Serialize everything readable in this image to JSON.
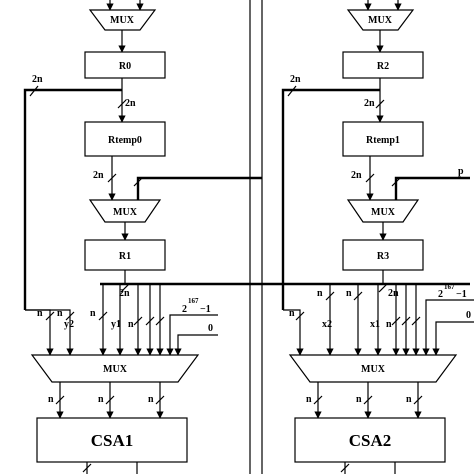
{
  "left": {
    "mux_top": "MUX",
    "reg_a": "R0",
    "reg_tmp": "Rtemp0",
    "mux_mid": "MUX",
    "reg_b": "R1",
    "mux_big": "MUX",
    "csa": "CSA1",
    "x_input": "y2",
    "y_input": "y1",
    "const_pow_base": "2",
    "const_pow_exp": "167",
    "const_pow_tail": " −1",
    "const_zero": "0"
  },
  "right": {
    "mux_top": "MUX",
    "reg_a": "R2",
    "reg_tmp": "Rtemp1",
    "mux_mid": "MUX",
    "reg_b": "R3",
    "mux_big": "MUX",
    "csa": "CSA2",
    "x_input": "x2",
    "y_input": "x1",
    "const_pow_base": "2",
    "const_pow_exp": "167",
    "const_pow_tail": " −1",
    "const_zero": "0",
    "p_input": "p"
  },
  "widths": {
    "two_n": "2n",
    "n": "n"
  }
}
